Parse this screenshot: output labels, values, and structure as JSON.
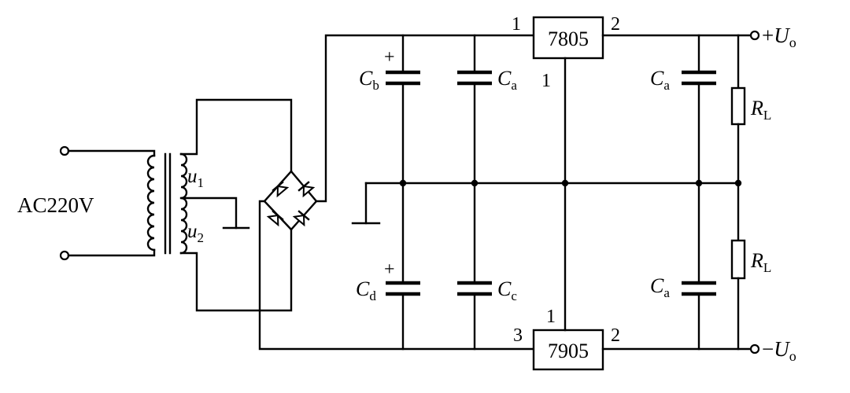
{
  "input": {
    "label": "AC220V"
  },
  "transformer": {
    "secondary1": {
      "sym": "u",
      "sub": "1"
    },
    "secondary2": {
      "sym": "u",
      "sub": "2"
    }
  },
  "regulators": {
    "positive": {
      "label": "7805",
      "pin_in": "1",
      "pin_out": "2",
      "pin_gnd": "1"
    },
    "negative": {
      "label": "7905",
      "pin_in": "3",
      "pin_out": "2",
      "pin_gnd": "1"
    }
  },
  "capacitors": {
    "cb": {
      "sym": "C",
      "sub": "b",
      "polarity": "+"
    },
    "ca_top": {
      "sym": "C",
      "sub": "a"
    },
    "ca_right_top": {
      "sym": "C",
      "sub": "a"
    },
    "cd": {
      "sym": "C",
      "sub": "d",
      "polarity": "+"
    },
    "cc": {
      "sym": "C",
      "sub": "c"
    },
    "ca_right_bottom": {
      "sym": "C",
      "sub": "a"
    }
  },
  "loads": {
    "top": {
      "sym": "R",
      "sub": "L"
    },
    "bottom": {
      "sym": "R",
      "sub": "L"
    }
  },
  "outputs": {
    "positive": {
      "sign": "+",
      "sym": "U",
      "sub": "o"
    },
    "negative": {
      "sign": "−",
      "sym": "U",
      "sub": "o"
    }
  }
}
